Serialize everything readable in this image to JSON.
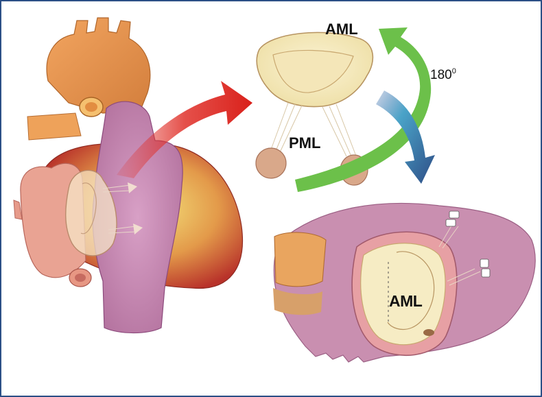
{
  "labels": {
    "aml_top": "AML",
    "pml": "PML",
    "rotation_value": "180",
    "rotation_unit": "0",
    "aml_bottom": "AML"
  },
  "colors": {
    "frame_border": "#2b4f86",
    "arrow_red": "#e0312a",
    "arrow_green": "#6cc04a",
    "arrow_blue": "#2e4d86",
    "aorta": "#ee9a52",
    "atrium_purple": "#c77bb6",
    "ventricle_red": "#b8322a",
    "valve_cream": "#f6ecc4"
  },
  "icons": {
    "transfer_arrow": "curved-arrow-red",
    "rotation_arrow": "curved-arrow-green",
    "implant_arrow": "curved-arrow-blue"
  }
}
